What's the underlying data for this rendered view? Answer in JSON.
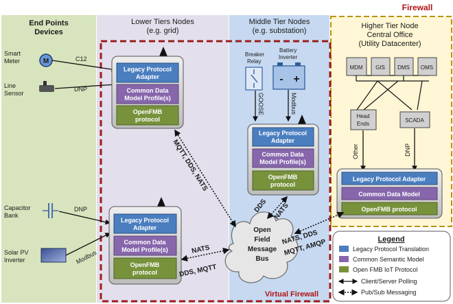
{
  "zones": {
    "endpoints": {
      "title_line1": "End Points",
      "title_line2": "Devices"
    },
    "lower": {
      "title_line1": "Lower Tiers Nodes",
      "title_line2": "(e.g. grid)"
    },
    "middle": {
      "title_line1": "Middle Tier Nodes",
      "title_line2": "(e.g. substation)"
    },
    "higher": {
      "title_line1": "Higher Tier Node",
      "title_line2": "Central Office",
      "title_line3": "(Utility Datacenter)"
    }
  },
  "firewall_label": "Firewall",
  "virtual_firewall_label": "Virtual Firewall",
  "devices": {
    "smart_meter": {
      "line1": "Smart",
      "line2": "Meter",
      "symbol": "M",
      "protocol": "C12"
    },
    "line_sensor": {
      "line1": "Line",
      "line2": "Sensor",
      "protocol": "DNP"
    },
    "capacitor_bank": {
      "line1": "Capacitor",
      "line2": "Bank",
      "protocol": "DNP"
    },
    "solar_pv": {
      "line1": "Solar PV",
      "line2": "Inverter",
      "protocol": "Modbus"
    },
    "breaker_relay": {
      "line1": "Breaker",
      "line2": "Relay",
      "protocol": "GOOSE"
    },
    "battery_inverter": {
      "line1": "Battery",
      "line2": "Inverter",
      "protocol": "Modbus"
    }
  },
  "node_stack": {
    "legacy_line1": "Legacy Protocol",
    "legacy_line2": "Adapter",
    "cdm_line1": "Common Data",
    "cdm_line2": "Model Profile(s)",
    "openfmb_line1": "OpenFMB",
    "openfmb_line2": "protocol"
  },
  "central_stack": {
    "legacy": "Legacy Protocol Adapter",
    "cdm": "Common Data Model",
    "openfmb": "OpenFMB protocol"
  },
  "datacenter_systems": [
    "MDM",
    "GIS",
    "DMS",
    "OMS"
  ],
  "head_ends": {
    "line1": "Head",
    "line2": "Ends"
  },
  "scada": "SCADA",
  "central_links": {
    "other": "Other",
    "dnp": "DNP"
  },
  "bus": {
    "line1": "Open",
    "line2": "Field",
    "line3": "Message",
    "line4": "Bus"
  },
  "link_labels": {
    "top_lower": "MQTT, DDS, NATS",
    "bottom_lower_line1": "NATS",
    "bottom_lower_line2": "DDS, MQTT",
    "middle_dds": "DDS",
    "middle_nats": "NATS",
    "higher_line1": "NATS, DDS",
    "higher_line2": "MQTT, AMQP"
  },
  "legend": {
    "title": "Legend",
    "items": [
      {
        "label": "Legacy Protocol Translation",
        "color": "#4a7ebf"
      },
      {
        "label": "Common Semantic Model",
        "color": "#8766ac"
      },
      {
        "label": "Open FMB IoT Protocol",
        "color": "#77923b"
      }
    ],
    "client_server": "Client/Server Polling",
    "pub_sub": "Pub/Sub Messaging"
  },
  "colors": {
    "endpoints_bg": "#d7e4bd",
    "lower_bg": "#e4dfec",
    "middle_bg": "#c6d9f1",
    "higher_bg": "#fff6d5",
    "legacy": "#4a7ebf",
    "cdm": "#8766ac",
    "openfmb": "#77923b",
    "firewall": "#9b1c1c"
  }
}
